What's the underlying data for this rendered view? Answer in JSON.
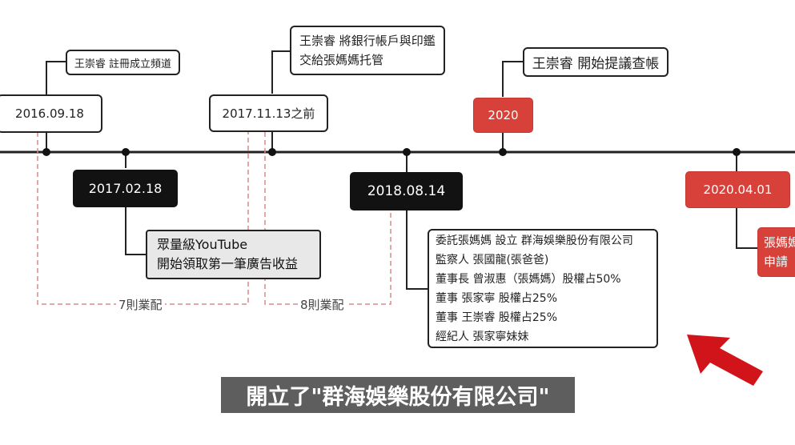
{
  "timeline": {
    "dates": {
      "d2016": "2016.09.18",
      "d2017": "2017.02.18",
      "d2017b": "2017.11.13之前",
      "d2018": "2018.08.14",
      "d2020": "2020",
      "d2020b": "2020.04.01"
    },
    "events": {
      "channel": "王崇睿 註冊成立頻道",
      "bank": [
        "王崇睿 將銀行帳戶與印鑑",
        "交給張媽媽托管"
      ],
      "audit": "王崇睿 開始提議查帳",
      "youtube": [
        "眾量級YouTube",
        "開始領取第一筆廣告收益"
      ],
      "company": [
        "委託張媽媽 設立 群海娛樂股份有限公司",
        "監察人 張國龍(張爸爸)",
        "董事長 曾淑惠（張媽媽）股權占50%",
        "董事 張家寧 股權占25%",
        "董事 王崇睿 股權占25%",
        "經紀人 張家寧妹妹"
      ],
      "partial": [
        "張媽媽",
        "申請"
      ]
    },
    "notes": {
      "n7": "7則業配",
      "n8": "8則業配"
    }
  },
  "caption": "開立了\"群海娛樂股份有限公司\"",
  "colors": {
    "accent_red": "#d8413a",
    "arrow_red": "#d0141a",
    "dark_box": "#121212",
    "dashed_line": "#d88a8a",
    "caption_bg": "#5e5e5e"
  }
}
